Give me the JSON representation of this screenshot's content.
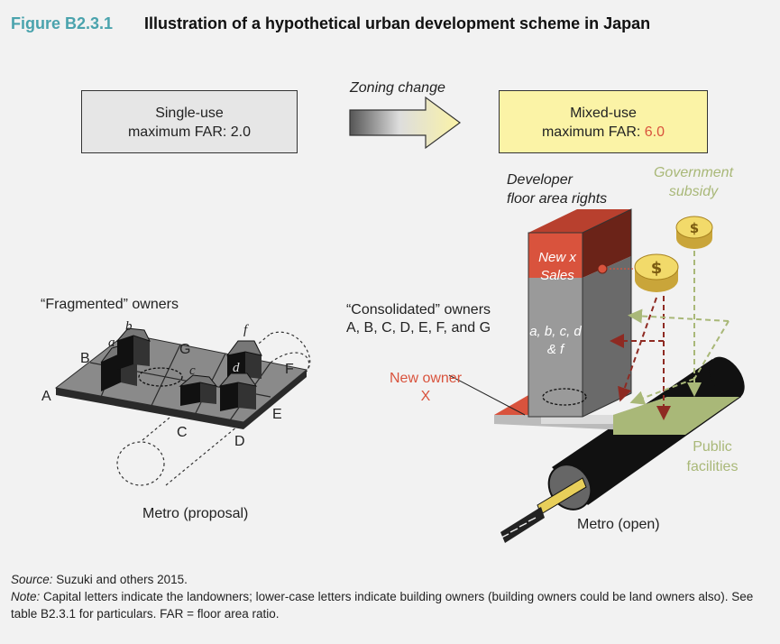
{
  "figure": {
    "number": "Figure B2.3.1",
    "title": "Illustration of a hypothetical urban development scheme in Japan"
  },
  "before_box": {
    "line1": "Single-use",
    "line2_prefix": "maximum FAR: ",
    "line2_value": "2.0"
  },
  "arrow_label": "Zoning change",
  "after_box": {
    "line1": "Mixed-use",
    "line2_prefix": "maximum FAR: ",
    "line2_value": "6.0"
  },
  "left": {
    "owners_label": "“Fragmented” owners",
    "land_letters": [
      "A",
      "B",
      "C",
      "D",
      "E",
      "F",
      "G"
    ],
    "building_letters": [
      "a",
      "b",
      "c",
      "d",
      "f"
    ],
    "metro_label": "Metro (proposal)"
  },
  "right": {
    "developer_line1": "Developer",
    "developer_line2": "floor area rights",
    "subsidy_line1": "Government",
    "subsidy_line2": "subsidy",
    "tower_top_line1": "New x",
    "tower_top_line2": "Sales",
    "tower_lower_line1": "a, b, c, d",
    "tower_lower_line2": "& f",
    "consolidated_line1": "“Consolidated” owners",
    "consolidated_line2": "A, B, C, D, E, F, and G",
    "new_owner_line1": "New owner",
    "new_owner_line2": "X",
    "public_line1": "Public",
    "public_line2": "facilities",
    "metro_label": "Metro (open)"
  },
  "footer": {
    "source_label": "Source:",
    "source_text": " Suzuki and others 2015.",
    "note_label": "Note:",
    "note_text": " Capital letters indicate the landowners; lower-case letters indicate building owners (building owners could be land owners also). See table B2.3.1 for particulars. FAR = floor area ratio."
  },
  "colors": {
    "teal": "#4aa3ad",
    "red": "#d9533d",
    "green": "#a9b878",
    "yellow": "#fbf3a6",
    "gold": "#e8cf5a"
  }
}
